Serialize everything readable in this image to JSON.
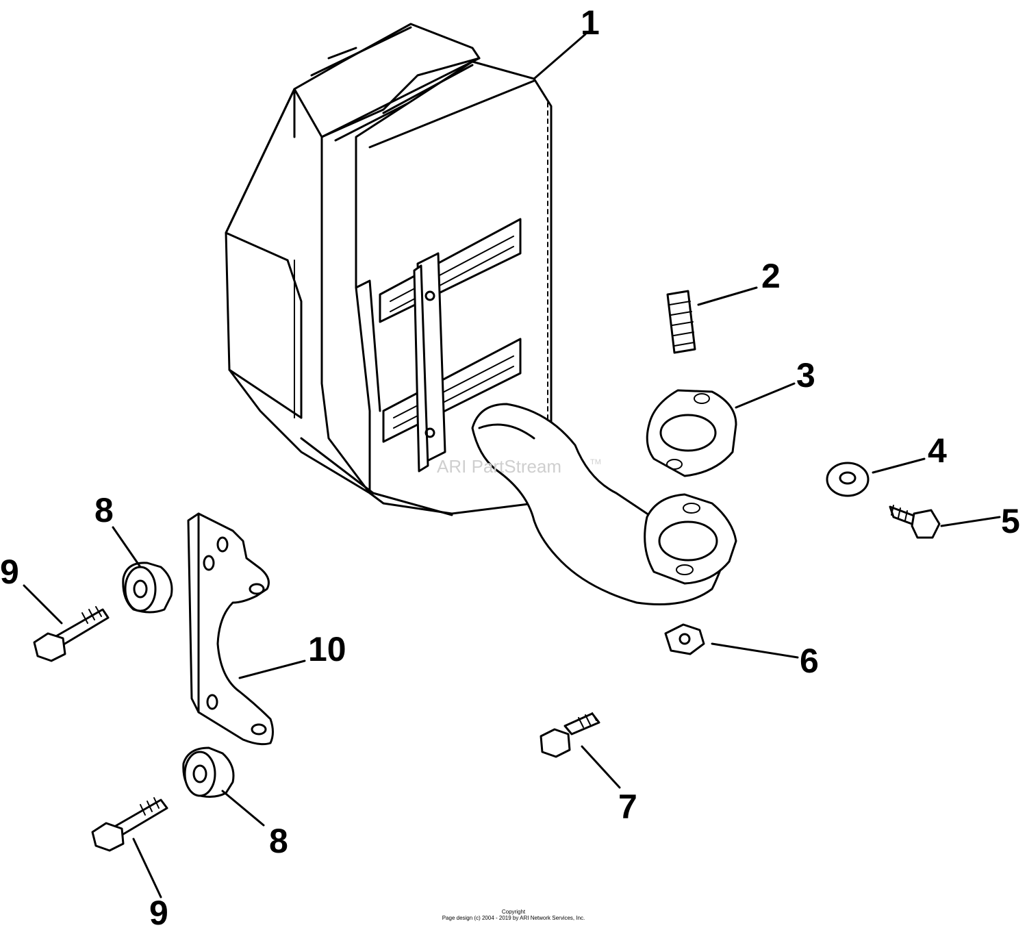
{
  "callouts": {
    "c1": "1",
    "c2": "2",
    "c3": "3",
    "c4": "4",
    "c5": "5",
    "c6": "6",
    "c7": "7",
    "c8a": "8",
    "c8b": "8",
    "c9a": "9",
    "c9b": "9",
    "c10": "10"
  },
  "watermark": {
    "text": "ARI PartStream",
    "trademark": "TM"
  },
  "footer": {
    "line1": "Copyright",
    "line2": "Page design (c) 2004 - 2019 by ARI Network Services, Inc."
  }
}
